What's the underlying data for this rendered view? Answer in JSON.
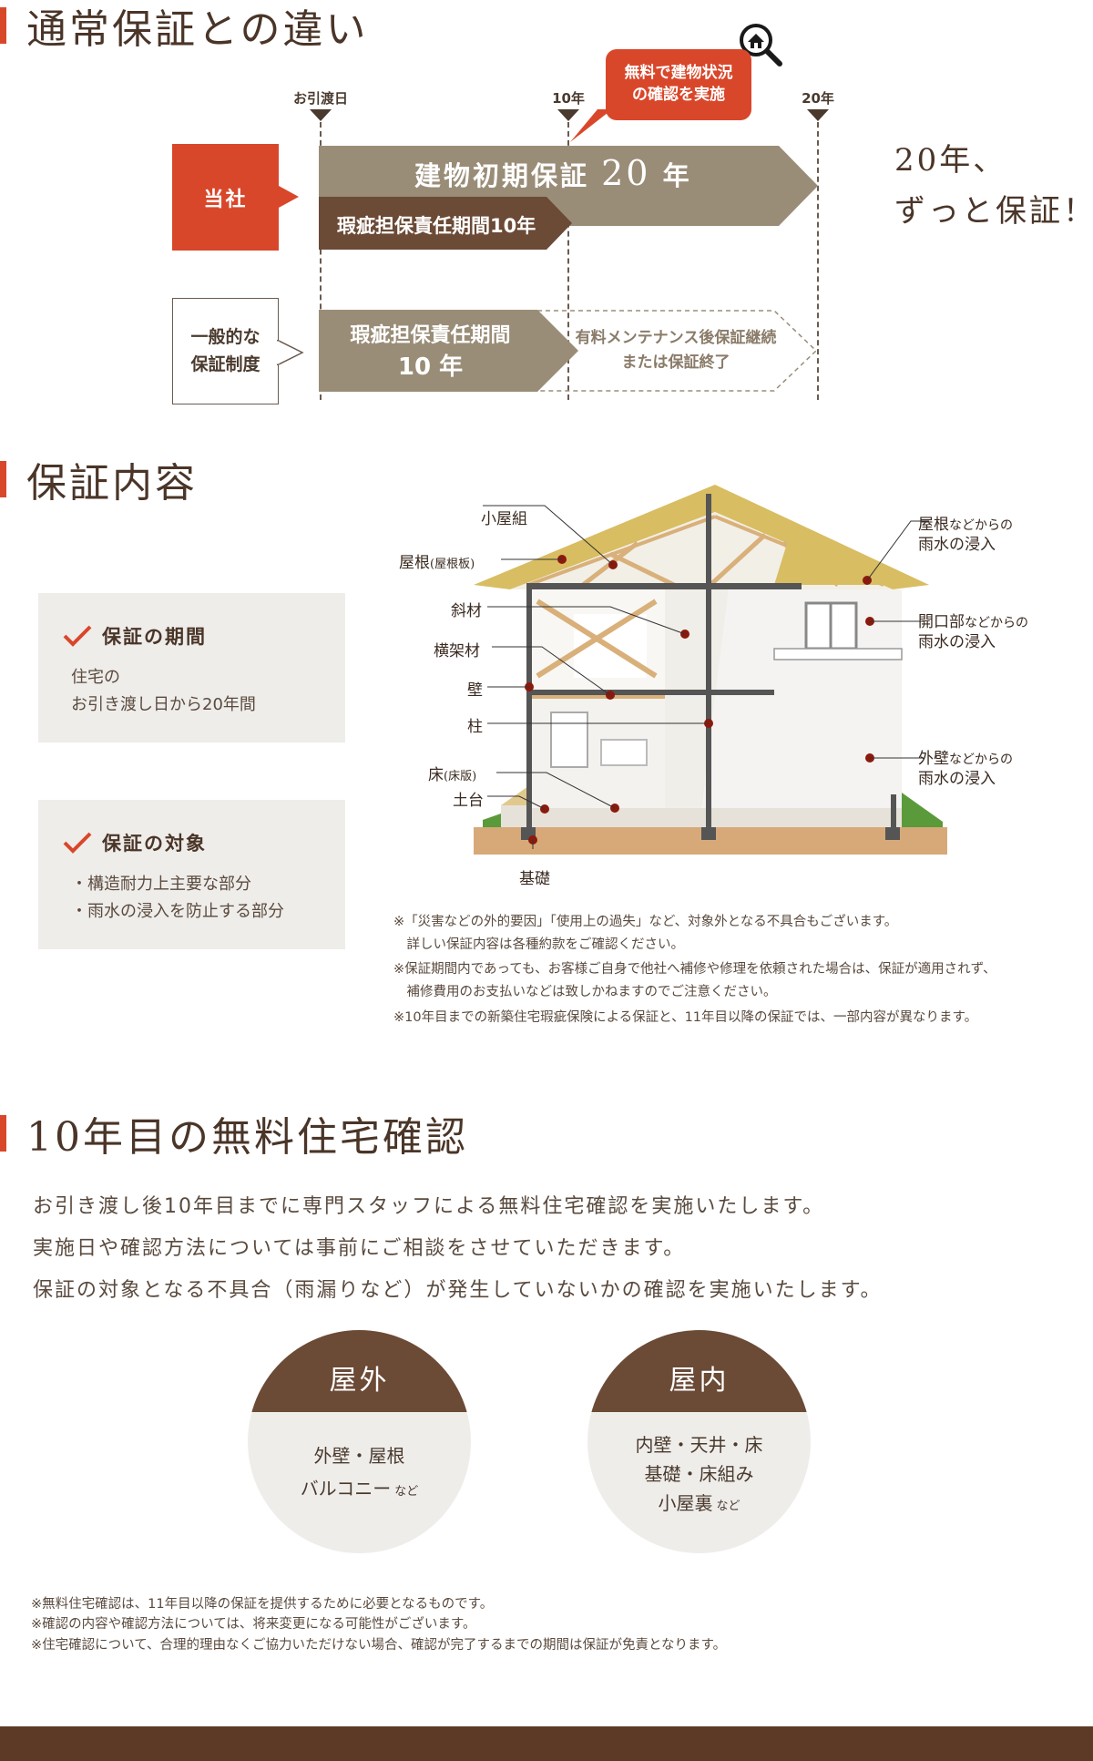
{
  "sections": {
    "compare_title": "通常保証との違い",
    "content_title": "保証内容",
    "inspection_title": "10年目の無料住宅確認"
  },
  "timeline": {
    "tick_handover": "お引渡日",
    "tick_10": "10年",
    "tick_20": "20年",
    "bubble_line1": "無料で建物状況",
    "bubble_line2": "の確認を実施",
    "company_label": "当社",
    "initial_warranty_main": "建物初期保証",
    "initial_warranty_num": "20",
    "initial_warranty_unit": "年",
    "defect_period": "瑕疵担保責任期間10年",
    "general_line1": "一般的な",
    "general_line2": "保証制度",
    "general_defect_line1": "瑕疵担保責任期間",
    "general_defect_line2": "10 年",
    "paid_line1": "有料メンテナンス後保証継続",
    "paid_line2": "または保証終了",
    "catch_line1": "20年、",
    "catch_line2": "ずっと保証！"
  },
  "warranty": {
    "period_title": "保証の期間",
    "period_line1": "住宅の",
    "period_line2": "お引き渡し日から20年間",
    "target_title": "保証の対象",
    "target_line1": "・構造耐力上主要な部分",
    "target_line2": "・雨水の浸入を防止する部分"
  },
  "house_labels": {
    "koyagumi": "小屋組",
    "yane": "屋根",
    "yane_sub": "(屋根板)",
    "shazai": "斜材",
    "oukazai": "横架材",
    "kabe": "壁",
    "hashira": "柱",
    "yuka": "床",
    "yuka_sub": "(床版)",
    "dodai": "土台",
    "kiso": "基礎",
    "roof_rain_1": "屋根",
    "roof_rain_2": "などからの",
    "roof_rain_3": "雨水の浸入",
    "opening_rain_1": "開口部",
    "opening_rain_2": "などからの",
    "opening_rain_3": "雨水の浸入",
    "wall_rain_1": "外壁",
    "wall_rain_2": "などからの",
    "wall_rain_3": "雨水の浸入"
  },
  "notes_content": [
    "※「災害などの外的要因」「使用上の過失」など、対象外となる不具合もございます。",
    "　詳しい保証内容は各種約款をご確認ください。",
    "※保証期間内であっても、お客様ご自身で他社へ補修や修理を依頼された場合は、保証が適用されず、",
    "　補修費用のお支払いなどは致しかねますのでご注意ください。",
    "※10年目までの新築住宅瑕疵保険による保証と、11年目以降の保証では、一部内容が異なります。"
  ],
  "inspection": {
    "lead1": "お引き渡し後10年目までに専門スタッフによる無料住宅確認を実施いたします。",
    "lead2": "実施日や確認方法については事前にご相談をさせていただきます。",
    "lead3": "保証の対象となる不具合（雨漏りなど）が発生していないかの確認を実施いたします。",
    "outside_title": "屋外",
    "outside_line1": "外壁・屋根",
    "outside_line2": "バルコニー",
    "outside_nado": "など",
    "inside_title": "屋内",
    "inside_line1": "内壁・天井・床",
    "inside_line2": "基礎・床組み",
    "inside_line3": "小屋裏",
    "inside_nado": "など"
  },
  "notes_inspection": [
    "※無料住宅確認は、11年目以降の保証を提供するために必要となるものです。",
    "※確認の内容や確認方法については、将来変更になる可能性がございます。",
    "※住宅確認について、合理的理由なくご協力いただけない場合、確認が完了するまでの期間は保証が免責となります。"
  ],
  "colors": {
    "accent": "#d9472b",
    "brown_dark": "#5c3a26",
    "olive": "#9a8d78",
    "box_bg": "#efedea"
  }
}
